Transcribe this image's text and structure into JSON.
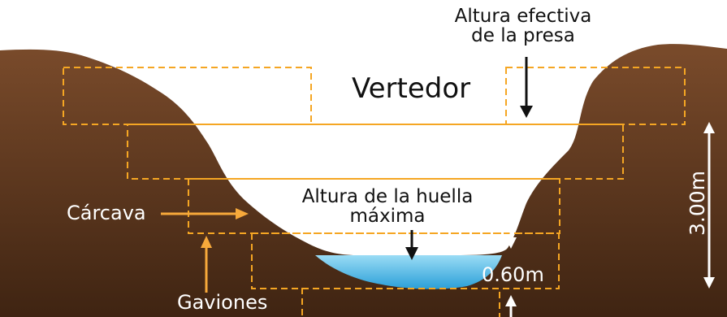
{
  "labels": {
    "effective_height_line1": "Altura efectiva",
    "effective_height_line2": "de la presa",
    "spillway": "Vertedor",
    "max_mark_line1": "Altura de la huella",
    "max_mark_line2": "máxima",
    "gully": "Cárcava",
    "gabions": "Gaviones",
    "depth_060": "0.60m",
    "height_300": "3.00m"
  },
  "colors": {
    "soil": "#6b4226",
    "soil_dark": "#3f2412",
    "gabion_outline": "#f5a623",
    "water_top": "#8fd8f4",
    "water_bottom": "#2a9fd8",
    "pointer_orange": "#f7a93b",
    "arrow_dark": "#111111",
    "arrow_light": "#ffffff"
  }
}
